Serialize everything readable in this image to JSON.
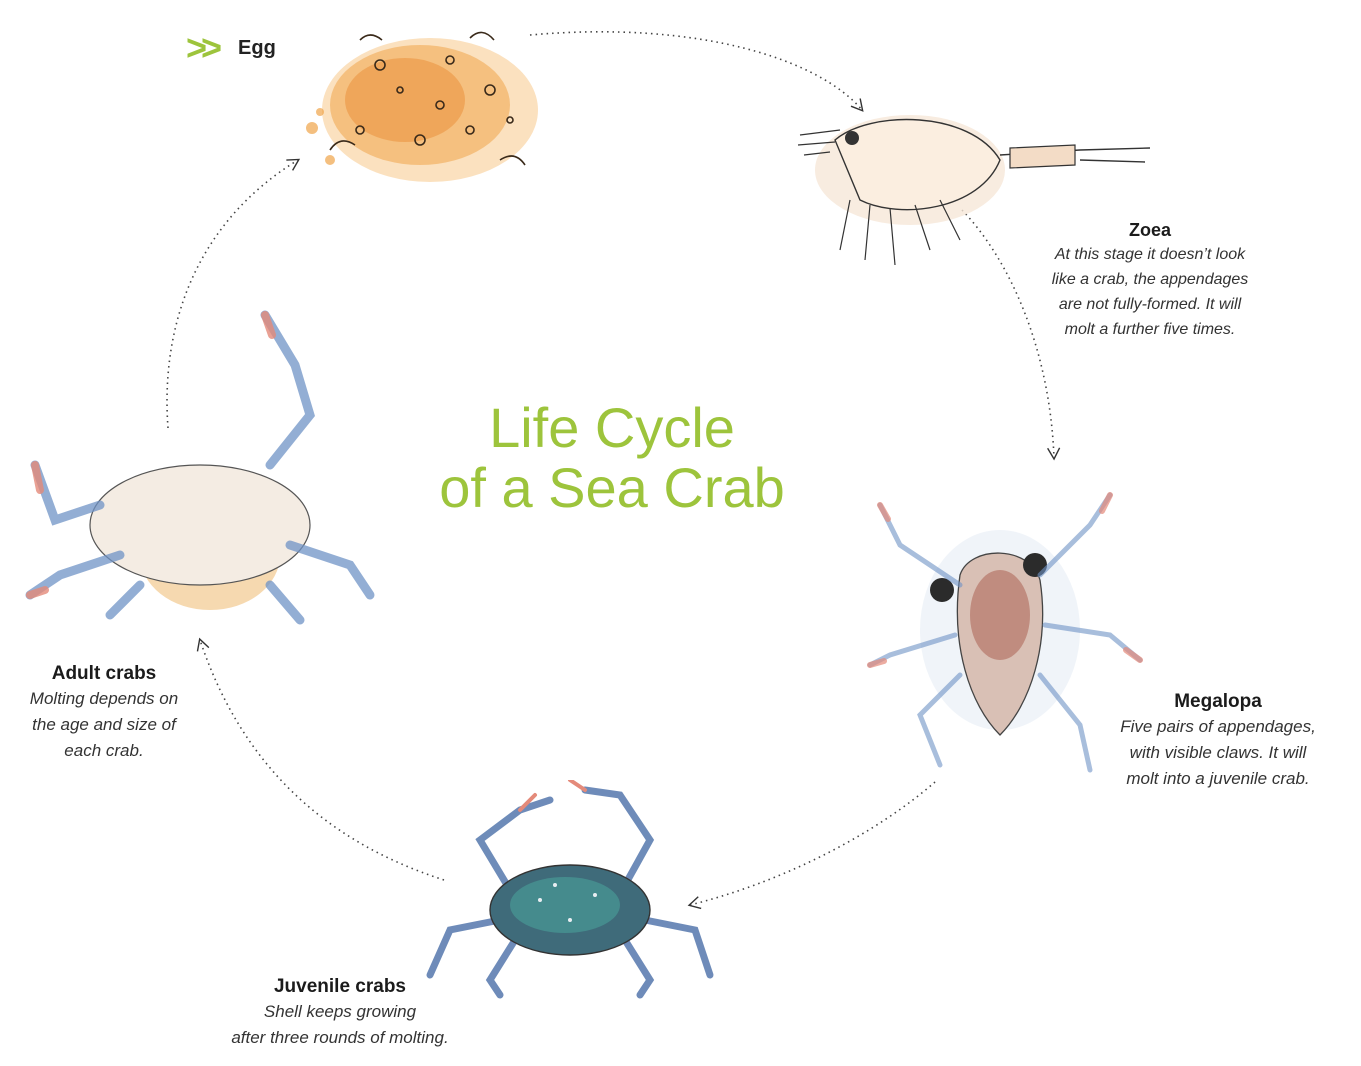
{
  "title": {
    "line1": "Life Cycle",
    "line2": "of a Sea Crab",
    "color": "#9dc43c"
  },
  "stages": {
    "egg": {
      "name": "Egg",
      "marker": ">>"
    },
    "zoea": {
      "name": "Zoea",
      "desc": [
        "At this stage it doesn’t look",
        "like a crab, the appendages",
        "are not fully-formed. It will",
        "molt a further five times."
      ]
    },
    "megalopa": {
      "name": "Megalopa",
      "desc": [
        "Five pairs of appendages,",
        "with visible claws. It will",
        "molt into a juvenile crab."
      ]
    },
    "juvenile": {
      "name": "Juvenile crabs",
      "desc": [
        "Shell keeps growing",
        "after three rounds of molting."
      ]
    },
    "adult": {
      "name": "Adult crabs",
      "desc": [
        "Molting depends on",
        "the age and size of",
        "each crab."
      ]
    }
  },
  "colors": {
    "accent": "#9dc43c",
    "egg_orange": "#f0a54a",
    "crab_blue": "#6f93c6",
    "crab_pink": "#e48a7a"
  }
}
